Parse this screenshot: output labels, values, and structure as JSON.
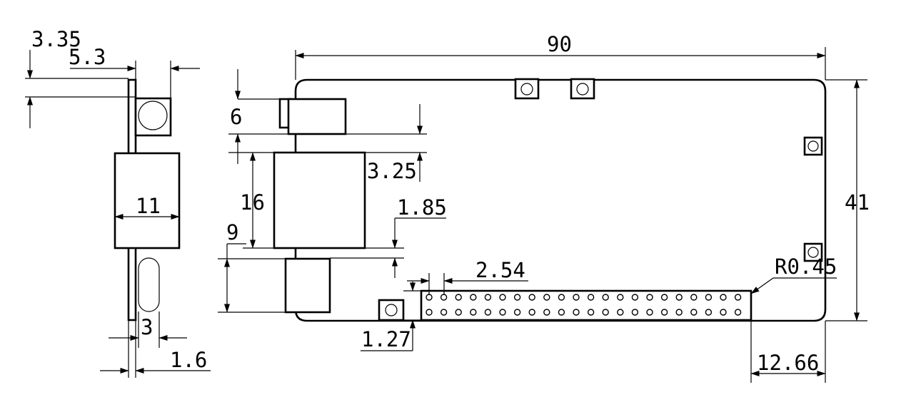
{
  "dimensions": {
    "length": "90",
    "width": "41",
    "connector_height": "6",
    "connector_offset": "3.25",
    "jack_height": "16",
    "jack_offset": "1.85",
    "usb_height": "9",
    "pin_pitch": "2.54",
    "pin_offset": "1.27",
    "header_edge_offset": "12.66",
    "corner_radius": "R0.45",
    "side_top_offset": "3.35",
    "side_button_width": "5.3",
    "side_jack_width": "11",
    "side_slot_width": "3",
    "board_thickness": "1.6"
  },
  "header": {
    "rows": 2,
    "columns": 22
  },
  "colors": {
    "line": "#000000",
    "background": "#ffffff"
  }
}
